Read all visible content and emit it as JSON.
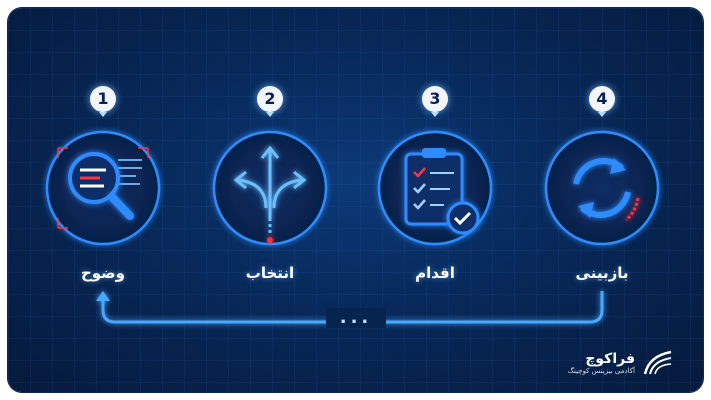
{
  "steps": [
    {
      "number": "1",
      "label": "وضوح",
      "icon": "magnifier-icon"
    },
    {
      "number": "2",
      "label": "انتخاب",
      "icon": "branching-arrows-icon"
    },
    {
      "number": "3",
      "label": "اقدام",
      "icon": "clipboard-checklist-icon"
    },
    {
      "number": "4",
      "label": "بازبینی",
      "icon": "refresh-cycle-icon"
    }
  ],
  "loop_indicator": "...",
  "brand": {
    "name": "فراکوچ",
    "subtitle": "آکادمی بیزینس کوچینگ"
  },
  "colors": {
    "background": "#082a5c",
    "glow": "#2f8cff",
    "accent_red": "#ff3040",
    "text": "#ffffff"
  }
}
